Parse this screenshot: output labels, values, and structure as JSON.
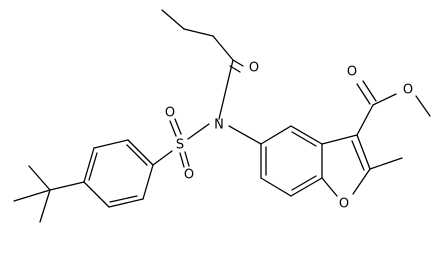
{
  "atoms": {
    "N": "N",
    "S": "S",
    "O_sulfonyl_top": "O",
    "O_sulfonyl_bottom": "O",
    "O_amide": "O",
    "O_ester_carbonyl": "O",
    "O_ester_ether": "O",
    "O_furan": "O"
  },
  "colors": {
    "ink": "#000000",
    "background": "#ffffff"
  }
}
